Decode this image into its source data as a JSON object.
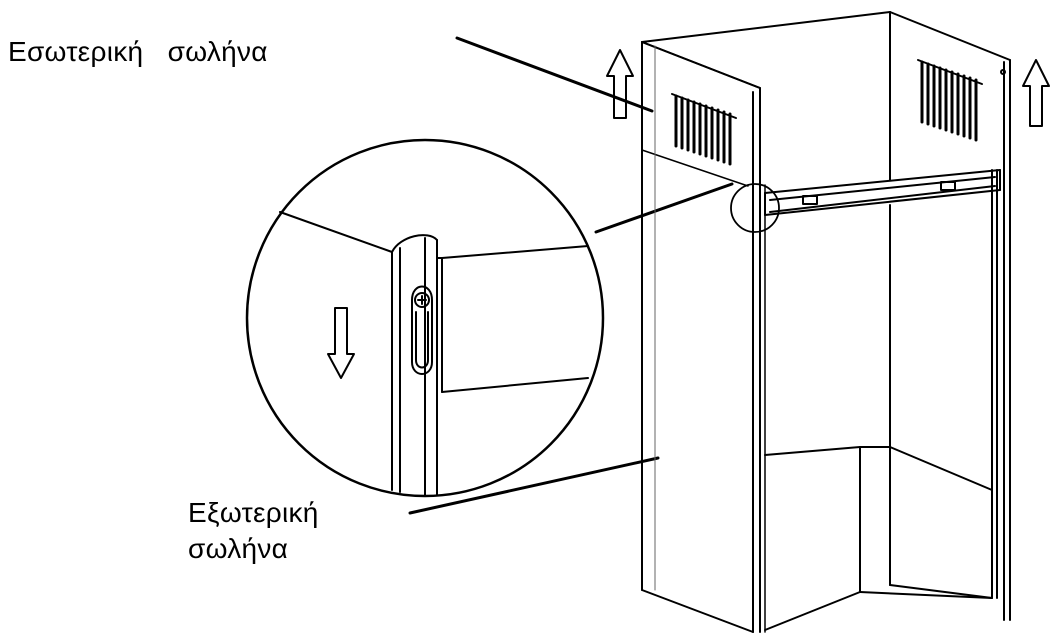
{
  "labels": {
    "inner_pipe": "Εσωτερική   σωλήνα",
    "outer_pipe_line1": "Εξωτερική",
    "outer_pipe_line2": "σωλήνα"
  },
  "colors": {
    "background": "#ffffff",
    "line": "#000000",
    "hatch": "#222222"
  },
  "icons": [
    "up-arrow-icon",
    "down-arrow-icon",
    "keyhole-slot-icon",
    "vent-grille"
  ]
}
